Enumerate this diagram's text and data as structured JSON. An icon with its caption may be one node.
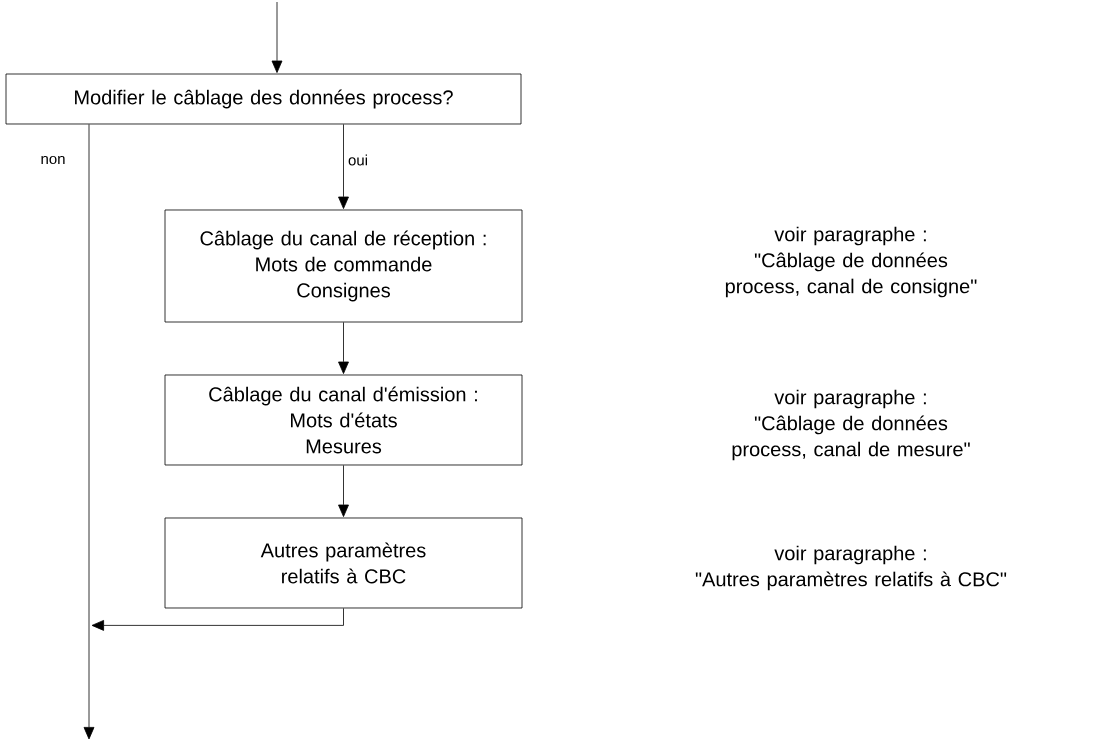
{
  "diagram": {
    "nodes": [
      {
        "text": [
          "Modifier le câblage des données process?"
        ]
      },
      {
        "text": [
          "Câblage du canal de réception :",
          "Mots de commande",
          "Consignes"
        ],
        "beside": [
          "voir paragraphe :",
          "\"Câblage de données process, canal de consigne\""
        ]
      },
      {
        "text": [
          "Câblage du canal d'émission :",
          "Mots d'états",
          "Mesures"
        ],
        "beside": [
          "voir paragraphe :",
          "\"Câblage de données process, canal de mesure\""
        ]
      },
      {
        "text": [
          "Autres paramètres relatifs à CBC"
        ],
        "beside": [
          "voir paragraphe :",
          "\"Autres paramètres relatifs à CBC\""
        ]
      }
    ],
    "edges": [
      {
        "from": null,
        "to": 0,
        "arrow": "to"
      },
      {
        "from": 0,
        "to": 1,
        "arrow": "to",
        "label": "oui"
      },
      {
        "from": 1,
        "to": 2,
        "arrow": "to"
      },
      {
        "from": 2,
        "to": 3,
        "arrow": "to"
      },
      {
        "from": 0,
        "to": null,
        "arrow": "to",
        "label": "non"
      },
      {
        "from": 3,
        "to": null,
        "arrow": "to"
      }
    ]
  }
}
